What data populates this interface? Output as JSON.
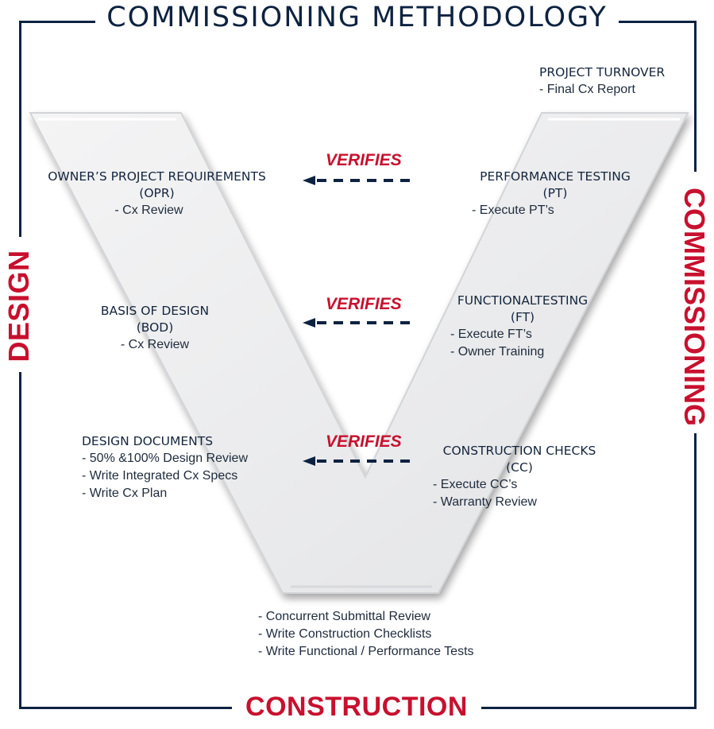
{
  "title": "COMMISSIONING METHODOLOGY",
  "left_label": "DESIGN",
  "right_label": "COMMISSIONING",
  "bottom_label": "CONSTRUCTION",
  "verifies": [
    "VERIFIES",
    "VERIFIES",
    "VERIFIES"
  ],
  "turnover": {
    "heading": "PROJECT TURNOVER",
    "items": [
      "- Final Cx Report"
    ]
  },
  "opr": {
    "heading": "OWNER’S PROJECT REQUIREMENTS",
    "code": "(OPR)",
    "items": [
      "- Cx Review"
    ]
  },
  "bod": {
    "heading": "BASIS OF DESIGN",
    "code": "(BOD)",
    "items": [
      "- Cx Review"
    ]
  },
  "dd": {
    "heading": "DESIGN DOCUMENTS",
    "items": [
      "- 50% &100% Design Review",
      "- Write Integrated Cx Specs",
      "- Write Cx Plan"
    ]
  },
  "pt": {
    "heading": "PERFORMANCE TESTING",
    "code": "(PT)",
    "items": [
      "- Execute PT’s"
    ]
  },
  "ft": {
    "heading": "FUNCTIONALTESTING",
    "code": "(FT)",
    "items": [
      "- Execute FT’s",
      "- Owner Training"
    ]
  },
  "cc": {
    "heading": "CONSTRUCTION CHECKS",
    "code": "(CC)",
    "items": [
      "- Execute CC’s",
      "- Warranty Review"
    ]
  },
  "construction": {
    "items": [
      "- Concurrent Submittal Review",
      "- Write Construction Checklists",
      "- Write Functional / Performance Tests"
    ]
  },
  "colors": {
    "navy": "#0d2240",
    "red": "#c8102e",
    "v_fill": "#eaebec"
  }
}
